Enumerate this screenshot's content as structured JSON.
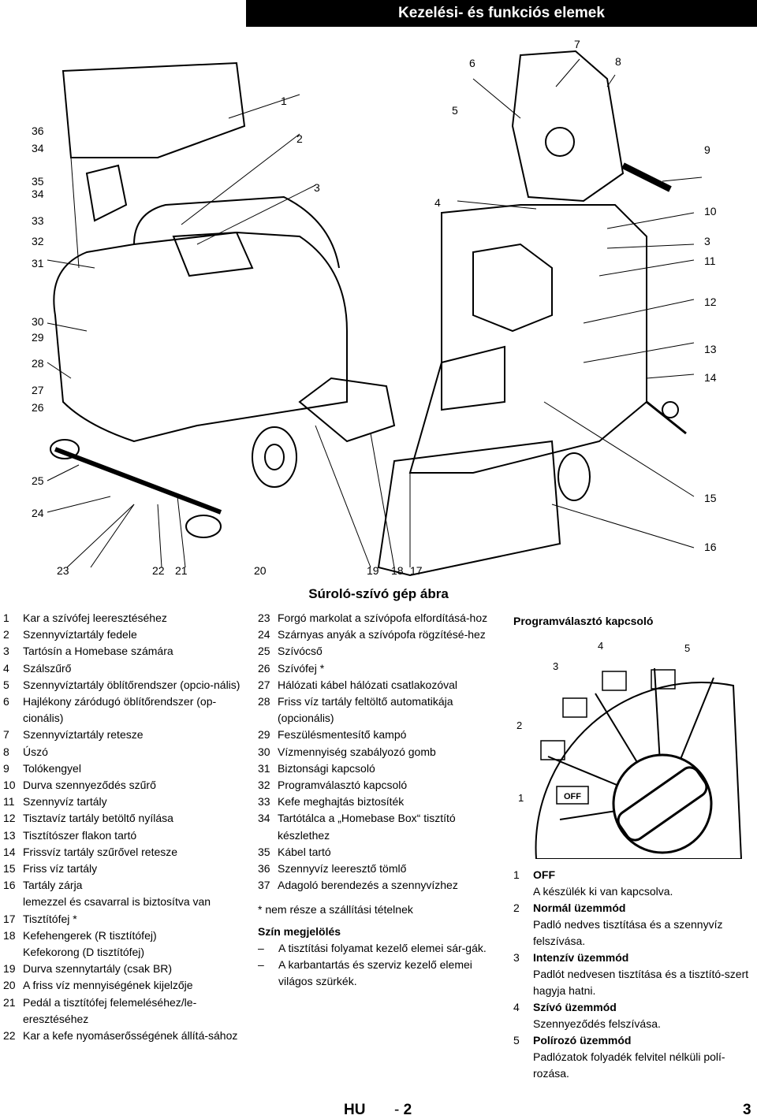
{
  "header": {
    "title": "Kezelési- és funkciós elemek"
  },
  "diagram": {
    "caption": "Súroló-szívó gép ábra",
    "callouts": [
      "36",
      "34",
      "35",
      "34",
      "33",
      "32",
      "31",
      "30",
      "29",
      "28",
      "27",
      "26",
      "25",
      "24",
      "23",
      "22",
      "21",
      "20",
      "19",
      "18",
      "17",
      "1",
      "2",
      "3",
      "4",
      "5",
      "6",
      "7",
      "8",
      "9",
      "10",
      "3",
      "11",
      "12",
      "13",
      "14",
      "15",
      "16"
    ]
  },
  "list_left": [
    {
      "n": "1",
      "t": "Kar a szívófej leeresztéséhez"
    },
    {
      "n": "2",
      "t": "Szennyvíztartály fedele"
    },
    {
      "n": "3",
      "t": "Tartósín a Homebase számára"
    },
    {
      "n": "4",
      "t": "Szálszűrő"
    },
    {
      "n": "5",
      "t": "Szennyvíztartály öblítőrendszer (opcio-nális)"
    },
    {
      "n": "6",
      "t": "Hajlékony záródugó öblítőrendszer (op-cionális)"
    },
    {
      "n": "7",
      "t": "Szennyvíztartály retesze"
    },
    {
      "n": "8",
      "t": "Úszó"
    },
    {
      "n": "9",
      "t": "Tolókengyel"
    },
    {
      "n": "10",
      "t": "Durva szennyeződés szűrő"
    },
    {
      "n": "11",
      "t": "Szennyvíz tartály"
    },
    {
      "n": "12",
      "t": "Tisztavíz tartály betöltő nyílása"
    },
    {
      "n": "13",
      "t": "Tisztítószer flakon tartó"
    },
    {
      "n": "14",
      "t": "Frissvíz tartály szűrővel retesze"
    },
    {
      "n": "15",
      "t": "Friss víz tartály"
    },
    {
      "n": "16",
      "t": "Tartály zárja"
    },
    {
      "n": "",
      "t": "lemezzel és csavarral is biztosítva van"
    },
    {
      "n": "17",
      "t": "Tisztítófej *"
    },
    {
      "n": "18",
      "t": "Kefehengerek (R tisztítófej)"
    },
    {
      "n": "",
      "t": "Kefekorong (D tisztítófej)"
    },
    {
      "n": "19",
      "t": "Durva szennytartály (csak BR)"
    },
    {
      "n": "20",
      "t": "A friss víz mennyiségének kijelzője"
    },
    {
      "n": "21",
      "t": "Pedál a tisztítófej felemeléséhez/le-eresztéséhez"
    },
    {
      "n": "22",
      "t": "Kar a kefe nyomáserősségének állítá-sához"
    }
  ],
  "list_mid": [
    {
      "n": "23",
      "t": "Forgó markolat a szívópofa elfordításá-hoz"
    },
    {
      "n": "24",
      "t": "Szárnyas anyák a szívópofa rögzítésé-hez"
    },
    {
      "n": "25",
      "t": "Szívócső"
    },
    {
      "n": "26",
      "t": "Szívófej *"
    },
    {
      "n": "27",
      "t": "Hálózati kábel hálózati csatlakozóval"
    },
    {
      "n": "28",
      "t": "Friss víz tartály feltöltő automatikája (opcionális)"
    },
    {
      "n": "29",
      "t": "Feszülésmentesítő kampó"
    },
    {
      "n": "30",
      "t": "Vízmennyiség szabályozó gomb"
    },
    {
      "n": "31",
      "t": "Biztonsági kapcsoló"
    },
    {
      "n": "32",
      "t": "Programválasztó kapcsoló"
    },
    {
      "n": "33",
      "t": "Kefe meghajtás biztosíték"
    },
    {
      "n": "34",
      "t": "Tartótálca a „Homebase Box“ tisztító készlethez"
    },
    {
      "n": "35",
      "t": "Kábel tartó"
    },
    {
      "n": "36",
      "t": "Szennyvíz leeresztő tömlő"
    },
    {
      "n": "37",
      "t": "Adagoló berendezés a szennyvízhez"
    }
  ],
  "notes": {
    "asterisk": "* nem része a szállítási tételnek",
    "color_title": "Szín megjelölés",
    "color_items": [
      "A tisztítási folyamat kezelő elemei sár-gák.",
      "A karbantartás és szerviz kezelő elemei világos szürkék."
    ],
    "dash": "–"
  },
  "program": {
    "title": "Programválasztó kapcsoló",
    "dial_labels": [
      "1",
      "2",
      "3",
      "4",
      "5"
    ],
    "off_label": "OFF",
    "modes": [
      {
        "n": "1",
        "name": "OFF",
        "desc": "A készülék ki van kapcsolva."
      },
      {
        "n": "2",
        "name": "Normál üzemmód",
        "desc": "Padló nedves tisztítása és a szennyvíz felszívása."
      },
      {
        "n": "3",
        "name": "Intenzív üzemmód",
        "desc": "Padlót nedvesen tisztítása és a tisztító-szert hagyja hatni."
      },
      {
        "n": "4",
        "name": "Szívó üzemmód",
        "desc": "Szennyeződés felszívása."
      },
      {
        "n": "5",
        "name": "Polírozó üzemmód",
        "desc": "Padlózatok folyadék felvitel nélküli polí-rozása."
      }
    ]
  },
  "footer": {
    "lang": "HU",
    "sep": "-",
    "page": "2",
    "number": "3"
  }
}
